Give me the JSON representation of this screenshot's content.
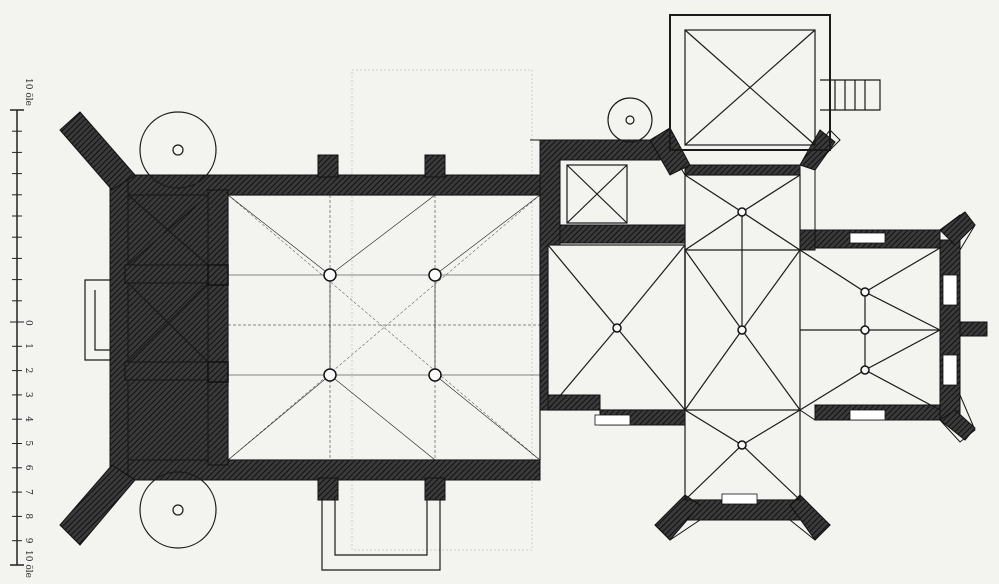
{
  "scale_bar": {
    "unit_label_top": "10 öle",
    "unit_label_bottom": "10 öle",
    "zero_label": "0",
    "tick_labels": [
      "1",
      "2",
      "3",
      "4",
      "5",
      "6",
      "7",
      "8",
      "9"
    ]
  },
  "colors": {
    "paper": "#f3f3f0",
    "wall": "#2e2e2e",
    "line": "#1a1a1a"
  }
}
